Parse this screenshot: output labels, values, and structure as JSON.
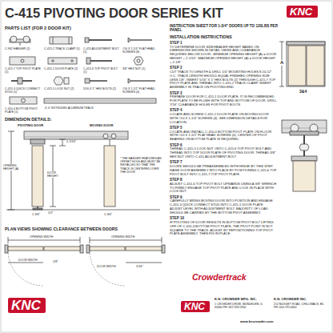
{
  "diagram": {
    "title": "C-415 PIVOTING DOOR SERIES KIT",
    "nodes": [
      {
        "text": [
          "KNC"
        ]
      },
      {
        "text": [
          "KNC"
        ]
      },
      {
        "text": [
          "KNC"
        ]
      }
    ],
    "labels": [
      "INSTRUCTION SHEET FOR 1-3/4\" DOORS UP TO 120LBS PER PANEL",
      "INSTALLATION INSTRUCTIONS",
      "PARTS LIST (FOR 2 DOOR KIT)",
      "C-962 HANGER (1)",
      "C-415-2 TRACK CLAMP (1)",
      "C-415 ADJUSTMENT BOLT (1)",
      "#10 X 1-1/4\" FLAT HEAD SCREWS (8)",
      "C-415-7 TOP PIVOT PLATE (1)",
      "C-415-1 DOOR PLATE (2)",
      "C-415-6 TOP PIVOT BOLT (1)",
      "3/8\" HEX NUT (1)",
      "C-415-3 QUICK CONNECT STUD (1)",
      "C-415-5 LOCK NUT (2)",
      "5/16 X 1\" HEX BOLTS (2)",
      "#10 X 1-1/2\" FLAT HEAD SCREWS (4)",
      "C-410-4 BOTTOM PIVOT PLATE (1)",
      "4'-0\" EXTRUDED ALUMINUM TRACK",
      "DIMENSION DETAILS:",
      "PIVOTING DOOR",
      "MOVING DOOR",
      "OPENING HEIGHT (A)",
      "DOOR HEIGHT",
      "1-3/4\"",
      "1-3/4\"",
      "2-1/16\"",
      "1/2\"",
      "* THE HANGER FEATURES AN OFFSET HOLE AND MUST BE INSTALLED SO THAT THE TRACK IS CENTERED OVER THE DOOR",
      "PLAN VIEWS SHOWING CLEARANCE BETWEEN DOORS",
      "OPENING WIDTH",
      "DOOR WIDTH",
      "1/8\"",
      "OPENING WIDTH",
      "DOOR WIDTH",
      "1/16\"",
      "A",
      "3&4",
      "STEP 1",
      "TO DETERMINE DOOR SIZE/HEADER HEIGHT BASED ON DIMENSIONS SHOWN IN DETAIL VIEWS AND CLEARANCE REQUIRED BELOW DOOR: -MINIMUM OPENING HEIGHT (A) = DOOR HEIGHT + 2-1/16\" -MAXIMUM OPENING HEIGHT (A) = DOOR HEIGHT + 2-1/8\"",
      "STEP 2",
      "CUT TRACK TO LENGTH & DRILL 1/4\" MOUNTING HOLES 8-10-12\" O.C. TRACK LENGTH SHOULD EQUAL FINISHED OPENING SIZE LESS 1/8\". INSERT 5/16\" X 1\" HEX BOLTS (2) THROUGH C-415-7 TOP PIVOT PLATE AND THREAD INTO C-415-2 TRACK CLAMP. INSERT ASSEMBLY IN TRACK ON PIVOTING END.",
      "STEP 3",
      "PREPARE DOOR FOR C-415-1 DOOR PLATE. IT IS RECOMMENDED FOR PLATE TO BE FLUSH WITH TOP AND BOTTOM OF DOOR. DRILL 7/16\" CLEARANCE HOLES FOR PIVOT BOLTS.",
      "STEP 4",
      "LOCATE AND SCREW C-415-1 DOOR PLATE ON MOVING DOOR WITH #10 X 1-1/4\" SCREWS (4). SEE DIMENSION DETAILS FOR LOCATION.",
      "STEP 5",
      "LOCATE AND INSTALL C-410-4 BOTTOM PIVOT PLATE ON FLOOR WITH #10 X 1-1/2\" FLAT HEAD SCREWS (4). CENTER OF PIVOT BEARING ON BOTTOM PLATE IS REQUIRED.",
      "STEP 6",
      "THREAD C-415-5 LOCK NUT ONTO C-415-6 TOP PIVOT BOLT AND THREAD INTO TOP DOOR PLATE OF PIVOTING DOOR. THREAD 3/8\" HEX NUT ONTO C-415 ADJUSTMENT BOLT.",
      "STEP 7",
      "DOORS SHOULD BE PREASSEMBLED WITH HINGE BY THIS STEP. RAISE DOOR ASSEMBLY INTO PLACE BY POSITIONING C-415-6 TOP PIVOT BOLT INTO C-415-7 TOP PIVOT PLATE.",
      "STEP 8",
      "ADJUST C-415-6 TOP PIVOT BOLT UPWARDS USING A 3/8\" WRENCH TO FIRMLY ENGAGE TOP PIVOT PLATE AND LOCK IN PLACE WITH LOCK NUT.",
      "STEP 9",
      "CAREFULLY BRING MOVING DOOR INTO POSITION AND ENGAGE C-415-3 QUICK CONNECT STUD INTO C-415-1 DOOR PLATE. ADJUST LEVEL WITH ADJUSTMENT BOLT. MAJORITY OF LOAD SHOULD BE CARRIED BY THE BOTTOM PIVOT ASSEMBLY.",
      "STEP 10",
      "IF PIVOTING OF DOOR RESULTS IN BOTTOM PIVOT BOLT LIFTING OFF OF C-410-4 BOTTOM PIVOT PLATE, THE PIVOT POINT IS NOT SQUARE TO THE TRACK. ADJUST BY REPOSITIONING TOP PIVOT PLATE ASSEMBLY, THEN FIX IN PLACE.",
      "Crowdertrack",
      "K.N. CROWDER MFG. INC.",
      "1 CROWDER DRIVE, MUNDELEIN, IL 60060 PH: 847-949-5900",
      "K.N. CROWDER INC.",
      "212 NUGGET ROAD, CHILLIWACK, BC PH: 604-792-6662",
      "www.kncrowder.com"
    ]
  }
}
